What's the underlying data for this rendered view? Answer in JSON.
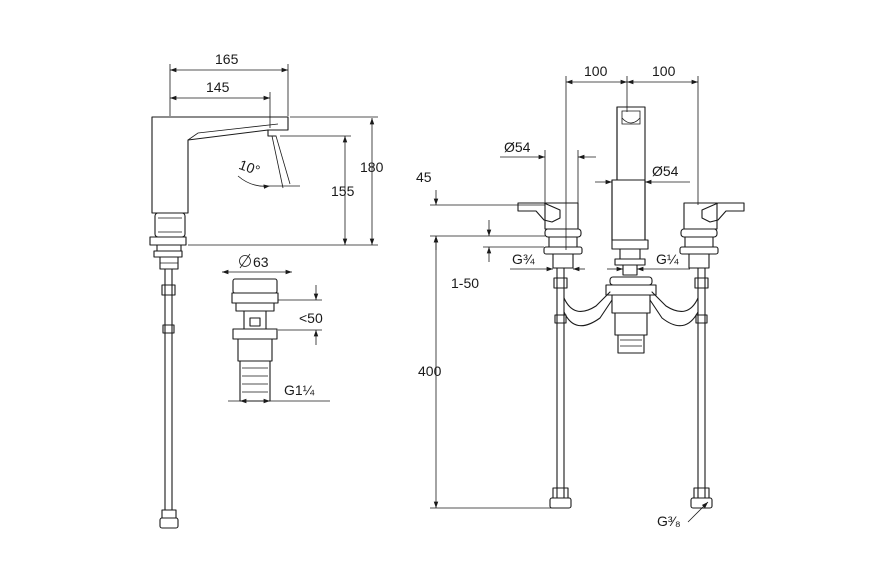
{
  "left_view": {
    "width_outer": "165",
    "width_inner": "145",
    "height_total": "180",
    "height_spout": "155",
    "angle": "10°",
    "waste_diameter": "63",
    "waste_stroke": "<50",
    "waste_thread": "G1¼"
  },
  "right_view": {
    "spacing_left": "100",
    "spacing_right": "100",
    "handle_diameter": "Ø54",
    "spout_diameter": "Ø54",
    "handle_height": "45",
    "deck_range": "1-50",
    "inlet_thread": "G¾",
    "pop_up_thread": "G¼",
    "hose_length": "400",
    "hose_thread": "G³⁄₈"
  }
}
